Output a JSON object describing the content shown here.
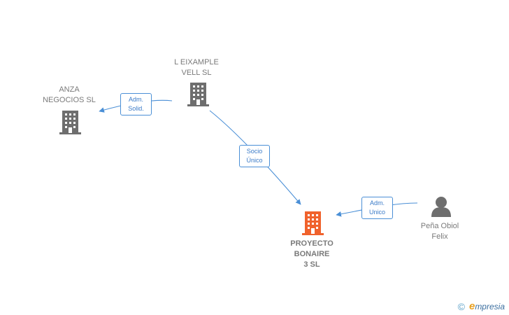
{
  "nodes": {
    "l_eixample": {
      "label": "L EIXAMPLE\nVELL  SL",
      "icon": "building-icon",
      "color": "#6e6e6e"
    },
    "anza": {
      "label": "ANZA\nNEGOCIOS  SL",
      "icon": "building-icon",
      "color": "#6e6e6e"
    },
    "proyecto": {
      "label": "PROYECTO\nBONAIRE\n3  SL",
      "icon": "building-icon",
      "color": "#f0622c"
    },
    "pena": {
      "label": "Peña Obiol\nFelix",
      "icon": "person-icon",
      "color": "#6e6e6e"
    }
  },
  "edges": {
    "adm_solid": {
      "line1": "Adm.",
      "line2": "Solid."
    },
    "socio_unico": {
      "line1": "Socio",
      "line2": "Único"
    },
    "adm_unico": {
      "line1": "Adm.",
      "line2": "Unico"
    }
  },
  "brand": {
    "copyright": "©",
    "logo_first": "e",
    "logo_rest": "mpresia"
  },
  "colors": {
    "edge": "#4a8fd6"
  }
}
